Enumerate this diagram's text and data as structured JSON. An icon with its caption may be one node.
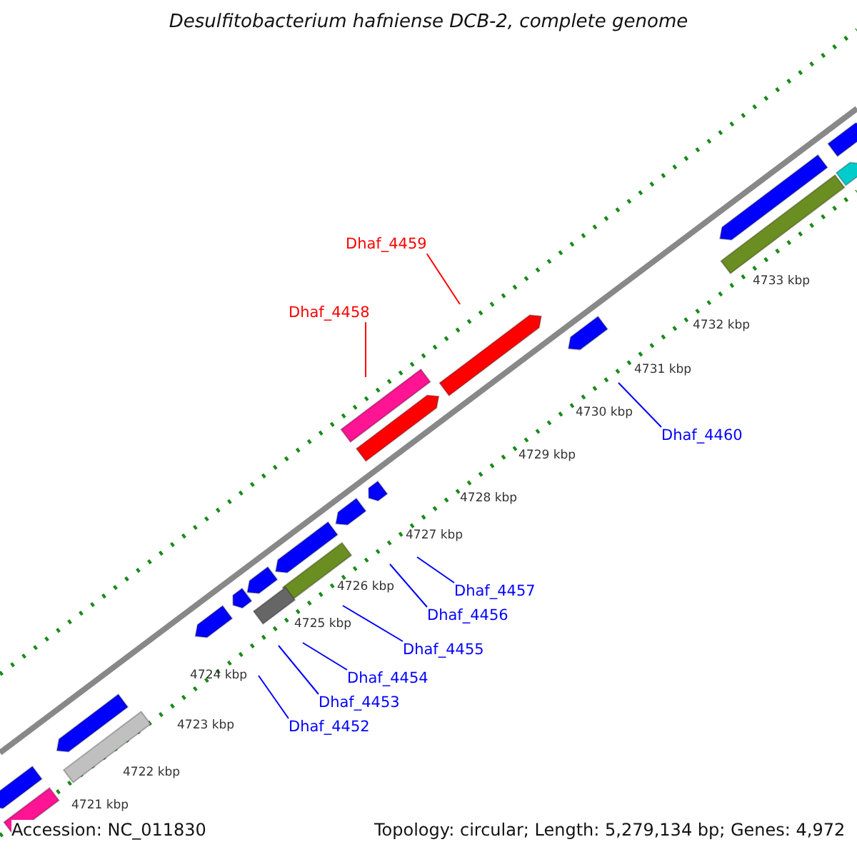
{
  "diagram": {
    "title": "Desulfitobacterium hafniense DCB-2, complete genome",
    "nodes": [
      {
        "text": [
          "Dhaf_4459"
        ]
      },
      {
        "text": [
          "Dhaf_4458"
        ]
      },
      {
        "text": [
          "Dhaf_4460"
        ]
      },
      {
        "text": [
          "Dhaf_4457"
        ]
      },
      {
        "text": [
          "Dhaf_4456"
        ]
      },
      {
        "text": [
          "Dhaf_4455"
        ]
      },
      {
        "text": [
          "Dhaf_4454"
        ]
      },
      {
        "text": [
          "Dhaf_4453"
        ]
      },
      {
        "text": [
          "Dhaf_4452"
        ]
      }
    ],
    "edges": [
      {
        "from": 0,
        "to": null,
        "arrow": "none",
        "color": "#ff0000"
      },
      {
        "from": 1,
        "to": null,
        "arrow": "none",
        "color": "#ff0000"
      },
      {
        "from": 2,
        "to": null,
        "arrow": "none"
      },
      {
        "from": 3,
        "to": null,
        "arrow": "none"
      },
      {
        "from": 4,
        "to": null,
        "arrow": "none"
      },
      {
        "from": 5,
        "to": null,
        "arrow": "none"
      },
      {
        "from": 6,
        "to": null,
        "arrow": "none"
      },
      {
        "from": 7,
        "to": null,
        "arrow": "none"
      },
      {
        "from": 8,
        "to": null,
        "arrow": "none"
      }
    ],
    "labels": [
      "4733 kbp",
      "4732 kbp",
      "4731 kbp",
      "4730 kbp",
      "4729 kbp",
      "4728 kbp",
      "4727 kbp",
      "4726 kbp",
      "4725 kbp",
      "4724 kbp",
      "4723 kbp",
      "4722 kbp",
      "4721 kbp",
      "Accession: NC_011830",
      "Topology: circular; Length: 5,279,134 bp; Genes: 4,972"
    ]
  }
}
